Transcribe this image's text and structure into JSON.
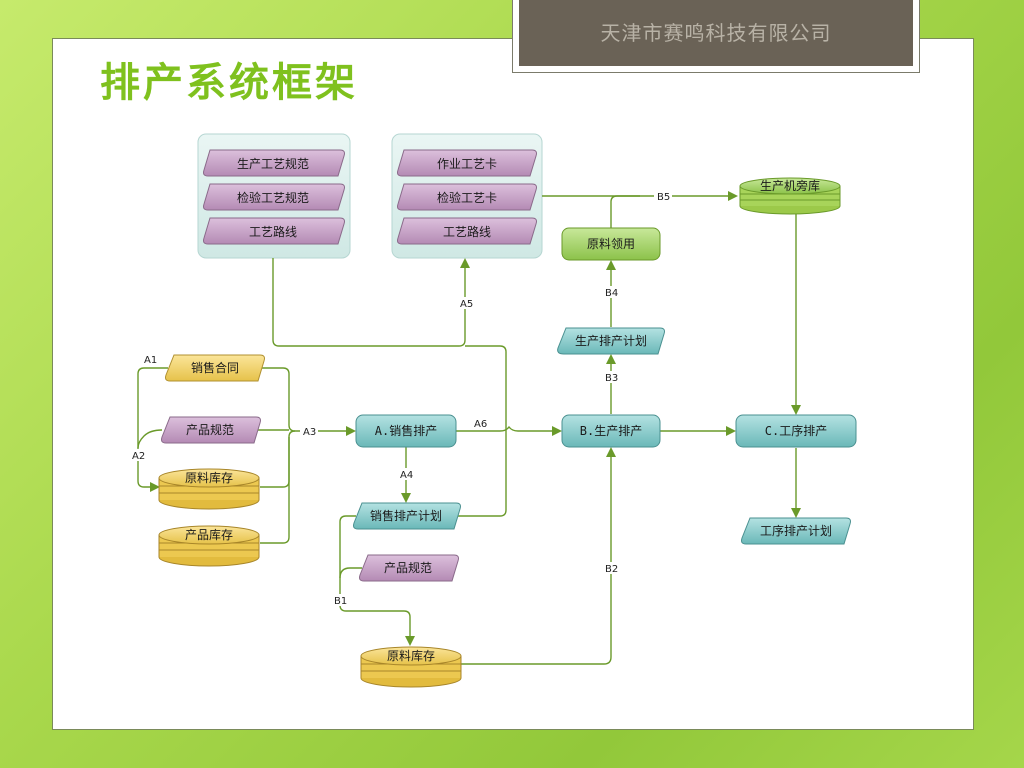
{
  "title": "排产系统框架",
  "company": "天津市赛鸣科技有限公司",
  "nodes": {
    "prod_process_spec": "生产工艺规范",
    "inspect_process_spec": "检验工艺规范",
    "process_route_1": "工艺路线",
    "work_process_card": "作业工艺卡",
    "inspect_process_card": "检验工艺卡",
    "process_route_2": "工艺路线",
    "machine_side_store": "生产机旁库",
    "material_issue": "原料领用",
    "prod_schedule_plan": "生产排产计划",
    "sales_contract": "销售合同",
    "product_spec_1": "产品规范",
    "raw_stock_1": "原料库存",
    "product_stock": "产品库存",
    "sales_schedule": "A.销售排产",
    "sales_schedule_plan": "销售排产计划",
    "product_spec_2": "产品规范",
    "raw_stock_2": "原料库存",
    "prod_schedule": "B.生产排产",
    "process_schedule": "C.工序排产",
    "process_schedule_plan": "工序排产计划"
  },
  "edge_labels": {
    "a1": "A1",
    "a2": "A2",
    "a3": "A3",
    "a4": "A4",
    "a5": "A5",
    "a6": "A6",
    "b1": "B1",
    "b2": "B2",
    "b3": "B3",
    "b4": "B4",
    "b5": "B5"
  },
  "colors": {
    "purple": "#c7a3c7",
    "teal": "#8fcfcf",
    "green": "#a8d66a",
    "yellow": "#f2d36b",
    "gold": "#e8c34a",
    "edge": "#6a9a2a",
    "title": "#7fc11e"
  }
}
